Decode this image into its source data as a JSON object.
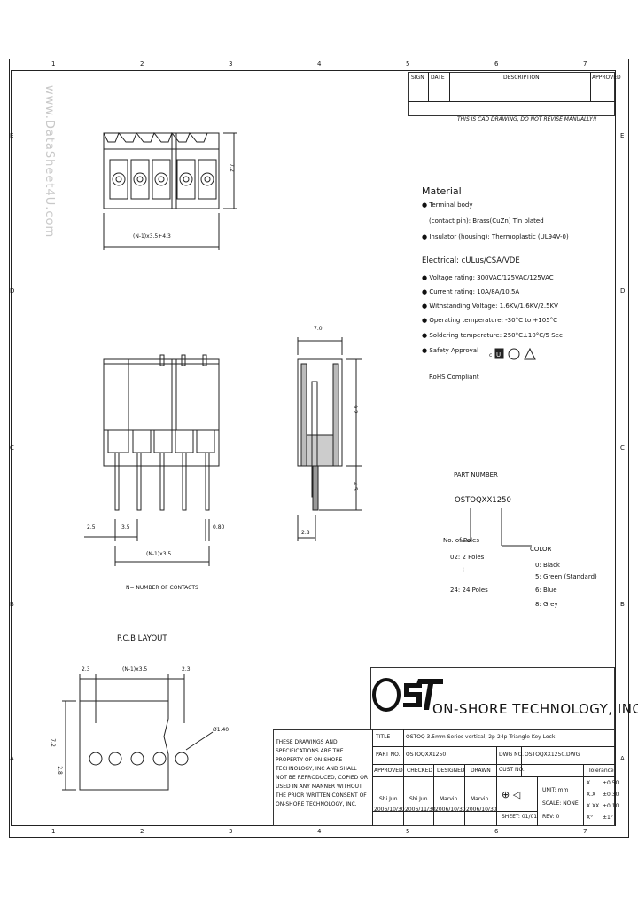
{
  "watermark": "www.DataSheet4U.com",
  "grid": {
    "cols": [
      "1",
      "2",
      "3",
      "4",
      "5",
      "6",
      "7"
    ],
    "rows": [
      "E",
      "D",
      "C",
      "B",
      "A"
    ]
  },
  "rev_table": {
    "headers": [
      "SIGN",
      "DATE",
      "DESCRIPTION",
      "APPROVED"
    ],
    "notice": "THIS IS CAD DRAWING, DO NOT REVISE MANUALLY!!"
  },
  "material": {
    "title": "Material",
    "items": [
      "Terminal body",
      "(contact pin): Brass(CuZn) Tin plated",
      "Insulator (housing): Thermoplastic (UL94V-0)"
    ]
  },
  "electrical": {
    "title": "Electrical: cULus/CSA/VDE",
    "items": [
      "Voltage rating: 300VAC/125VAC/125VAC",
      "Current rating: 10A/8A/10.5A",
      "Withstanding Voltage: 1.6KV/1.6KV/2.5KV",
      "Operating temperature: -30°C to +105°C",
      "Soldering temperature: 250°C±10°C/5 Sec",
      "Safety Approval"
    ],
    "rohs": "RoHS Compliant"
  },
  "part_number": {
    "label": "PART NUMBER",
    "value": "OSTOQXX1250",
    "poles_label": "No. of Poles",
    "poles": [
      "02: 2 Poles",
      "24: 24 Poles"
    ],
    "color_label": "COLOR",
    "colors": [
      "0: Black",
      "5: Green (Standard)",
      "6: Blue",
      "8: Grey"
    ]
  },
  "dims": {
    "top_height": "7.2",
    "top_width": "(N-1)x3.5+4.3",
    "side_width": "7.0",
    "side_height": "9.2",
    "side_pin": "4.5",
    "side_bottom": "2.8",
    "front_left": "2.5",
    "front_pitch": "3.5",
    "front_pin": "0.80",
    "front_total": "(N-1)x3.5",
    "note": "N= NUMBER OF CONTACTS"
  },
  "pcb": {
    "title": "P.C.B LAYOUT",
    "left": "2.3",
    "middle": "(N-1)x3.5",
    "right": "2.3",
    "height": "7.2",
    "offset": "2.8",
    "hole": "Ø1.40"
  },
  "titleblock": {
    "company": "ON-SHORE TECHNOLOGY, INC",
    "title_label": "TITLE",
    "title_value": "OSTOQ 3.5mm Series vertical, 2p-24p Triangle Key Lock",
    "part_no_label": "PART NO.",
    "part_no_value": "OSTOQXX1250",
    "dwg_label": "DWG NO.",
    "dwg_value": "OSTOQXX1250.DWG",
    "cust_label": "CUST NO.",
    "disclaimer": "THESE DRAWINGS AND SPECIFICATIONS ARE THE PROPERTY OF ON-SHORE TECHNOLOGY, INC AND SHALL NOT BE REPRODUCED, COPIED OR USED IN ANY MANNER WITHOUT THE PRIOR WRITTEN CONSENT OF ON-SHORE TECHNOLOGY, INC.",
    "roles": [
      "APPROVED",
      "CHECKED",
      "DESIGNED",
      "DRAWN"
    ],
    "names": [
      "Shi Jun",
      "Shi Jun",
      "Marvin",
      "Marvin"
    ],
    "dates": [
      "2006/10/30",
      "2006/11/30",
      "2006/10/30",
      "2006/10/30"
    ],
    "unit_label": "UNIT",
    "unit_value": "mm",
    "scale_label": "SCALE",
    "scale_value": "NONE",
    "sheet": "SHEET: 01/01",
    "rev": "REV: 0",
    "tolerance_label": "Tolerance",
    "tolerances": [
      {
        "k": "X.",
        "v": "±0.50"
      },
      {
        "k": "X.X",
        "v": "±0.30"
      },
      {
        "k": "X.XX",
        "v": "±0.10"
      },
      {
        "k": "X°",
        "v": "±1°"
      }
    ]
  }
}
